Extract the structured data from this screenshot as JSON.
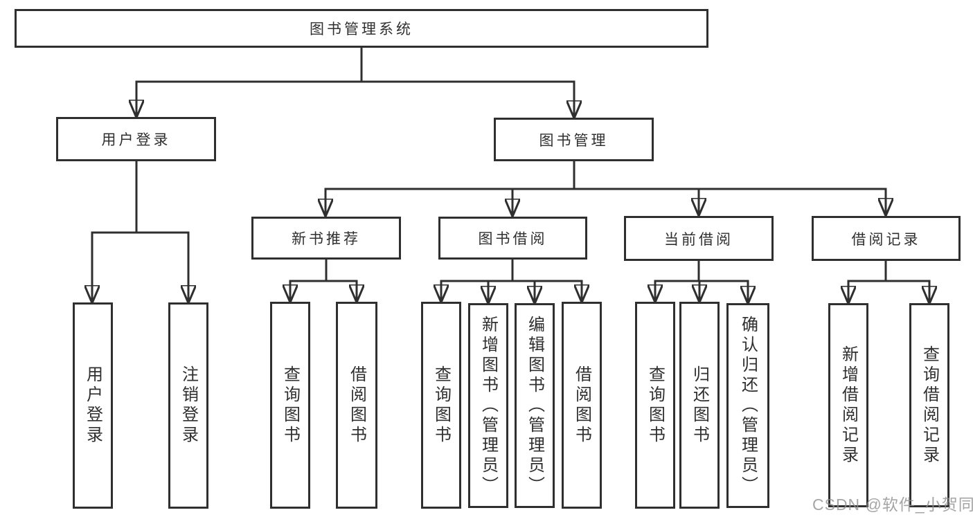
{
  "diagram": {
    "watermark": "CSDN @软件_小贺同学",
    "colors": {
      "line": "#2f2f2f",
      "text": "#2f2f2f",
      "box_bg": "#ffffff",
      "watermark_gray": "#8f8f8f"
    },
    "nodes": {
      "root": {
        "label": "图书管理系统"
      },
      "user_login": {
        "label": "用户登录"
      },
      "book_mgmt": {
        "label": "图书管理"
      },
      "login_action": {
        "label": "用户登录"
      },
      "logout_action": {
        "label": "注销登录"
      },
      "new_book_rec": {
        "label": "新书推荐"
      },
      "book_borrow": {
        "label": "图书借阅"
      },
      "current_borrow": {
        "label": "当前借阅"
      },
      "borrow_record": {
        "label": "借阅记录"
      },
      "rec_query": {
        "label": "查询图书"
      },
      "rec_borrow": {
        "label": "借阅图书"
      },
      "bb_query": {
        "label": "查询图书"
      },
      "bb_add": {
        "label": "新增图书（管理员）"
      },
      "bb_edit": {
        "label": "编辑图书（管理员）"
      },
      "bb_borrow": {
        "label": "借阅图书"
      },
      "cb_query": {
        "label": "查询图书"
      },
      "cb_return": {
        "label": "归还图书"
      },
      "cb_confirm": {
        "label": "确认归还（管理员）"
      },
      "br_add": {
        "label": "新增借阅记录"
      },
      "br_query": {
        "label": "查询借阅记录"
      }
    }
  }
}
